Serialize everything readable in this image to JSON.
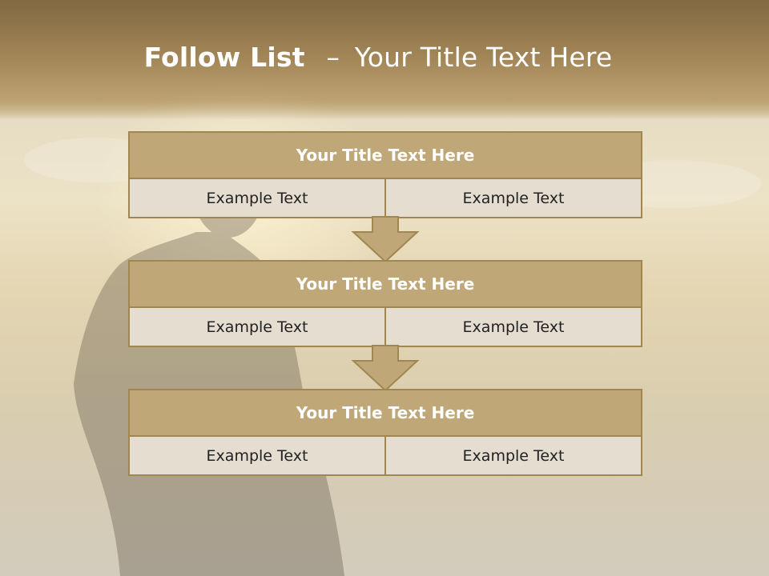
{
  "slide": {
    "title_bold": "Follow List",
    "title_separator": "–",
    "title_rest": "Your Title Text Here"
  },
  "blocks": [
    {
      "title": "Your Title Text Here",
      "cells": [
        "Example Text",
        "Example Text"
      ]
    },
    {
      "title": "Your Title Text Here",
      "cells": [
        "Example Text",
        "Example Text"
      ]
    },
    {
      "title": "Your Title Text Here",
      "cells": [
        "Example Text",
        "Example Text"
      ]
    }
  ],
  "colors": {
    "header_fill": "#c0a778",
    "cell_fill": "#e6ddd1",
    "border": "#a08650",
    "arrow_fill": "#c0a778"
  }
}
